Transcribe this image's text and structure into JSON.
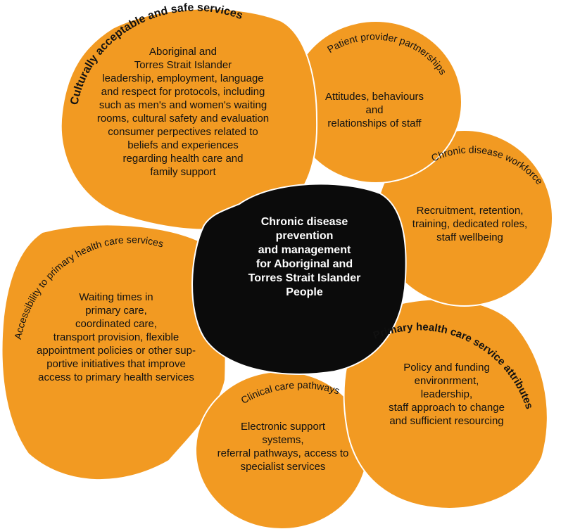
{
  "colors": {
    "petal": "#f29a22",
    "center": "#0b0b0b",
    "petal_text": "#111111",
    "center_text": "#ffffff"
  },
  "center": {
    "text": "Chronic disease\nprevention\nand management\nfor Aboriginal and\nTorres Strait Islander\nPeople"
  },
  "petals": [
    {
      "id": "culturally-acceptable",
      "title": "Culturally acceptable and safe services",
      "body": "Aboriginal and\nTorres Strait Islander\nleadership, employment, language\nand respect for protocols, including\nsuch as men's and women's waiting\nrooms, cultural safety and evaluation\nconsumer perpectives related to\nbeliefs and experiences\nregarding health care and\nfamily support"
    },
    {
      "id": "patient-provider",
      "title": "Patient provider partnerships",
      "body": "Attitudes, behaviours\nand\nrelationships of staff"
    },
    {
      "id": "workforce",
      "title": "Chronic disease workforce",
      "body": "Recruitment, retention,\ntraining, dedicated roles,\nstaff wellbeing"
    },
    {
      "id": "service-attributes",
      "title": "Primary health care service attributes",
      "body": "Policy and funding\nenvironrment,\nleadership,\nstaff approach to change\nand sufficient resourcing"
    },
    {
      "id": "clinical-pathways",
      "title": "Clinical care pathways",
      "body": "Electronic support\nsystems,\nreferral pathways, access to\nspecialist services"
    },
    {
      "id": "accessibility",
      "title": "Accessibility to primary health care services",
      "body": "Waiting times in\nprimary care,\ncoordinated care,\ntransport provision, flexible\nappointment policies or other sup-\nportive initiatives that improve\naccess to primary health services"
    }
  ]
}
